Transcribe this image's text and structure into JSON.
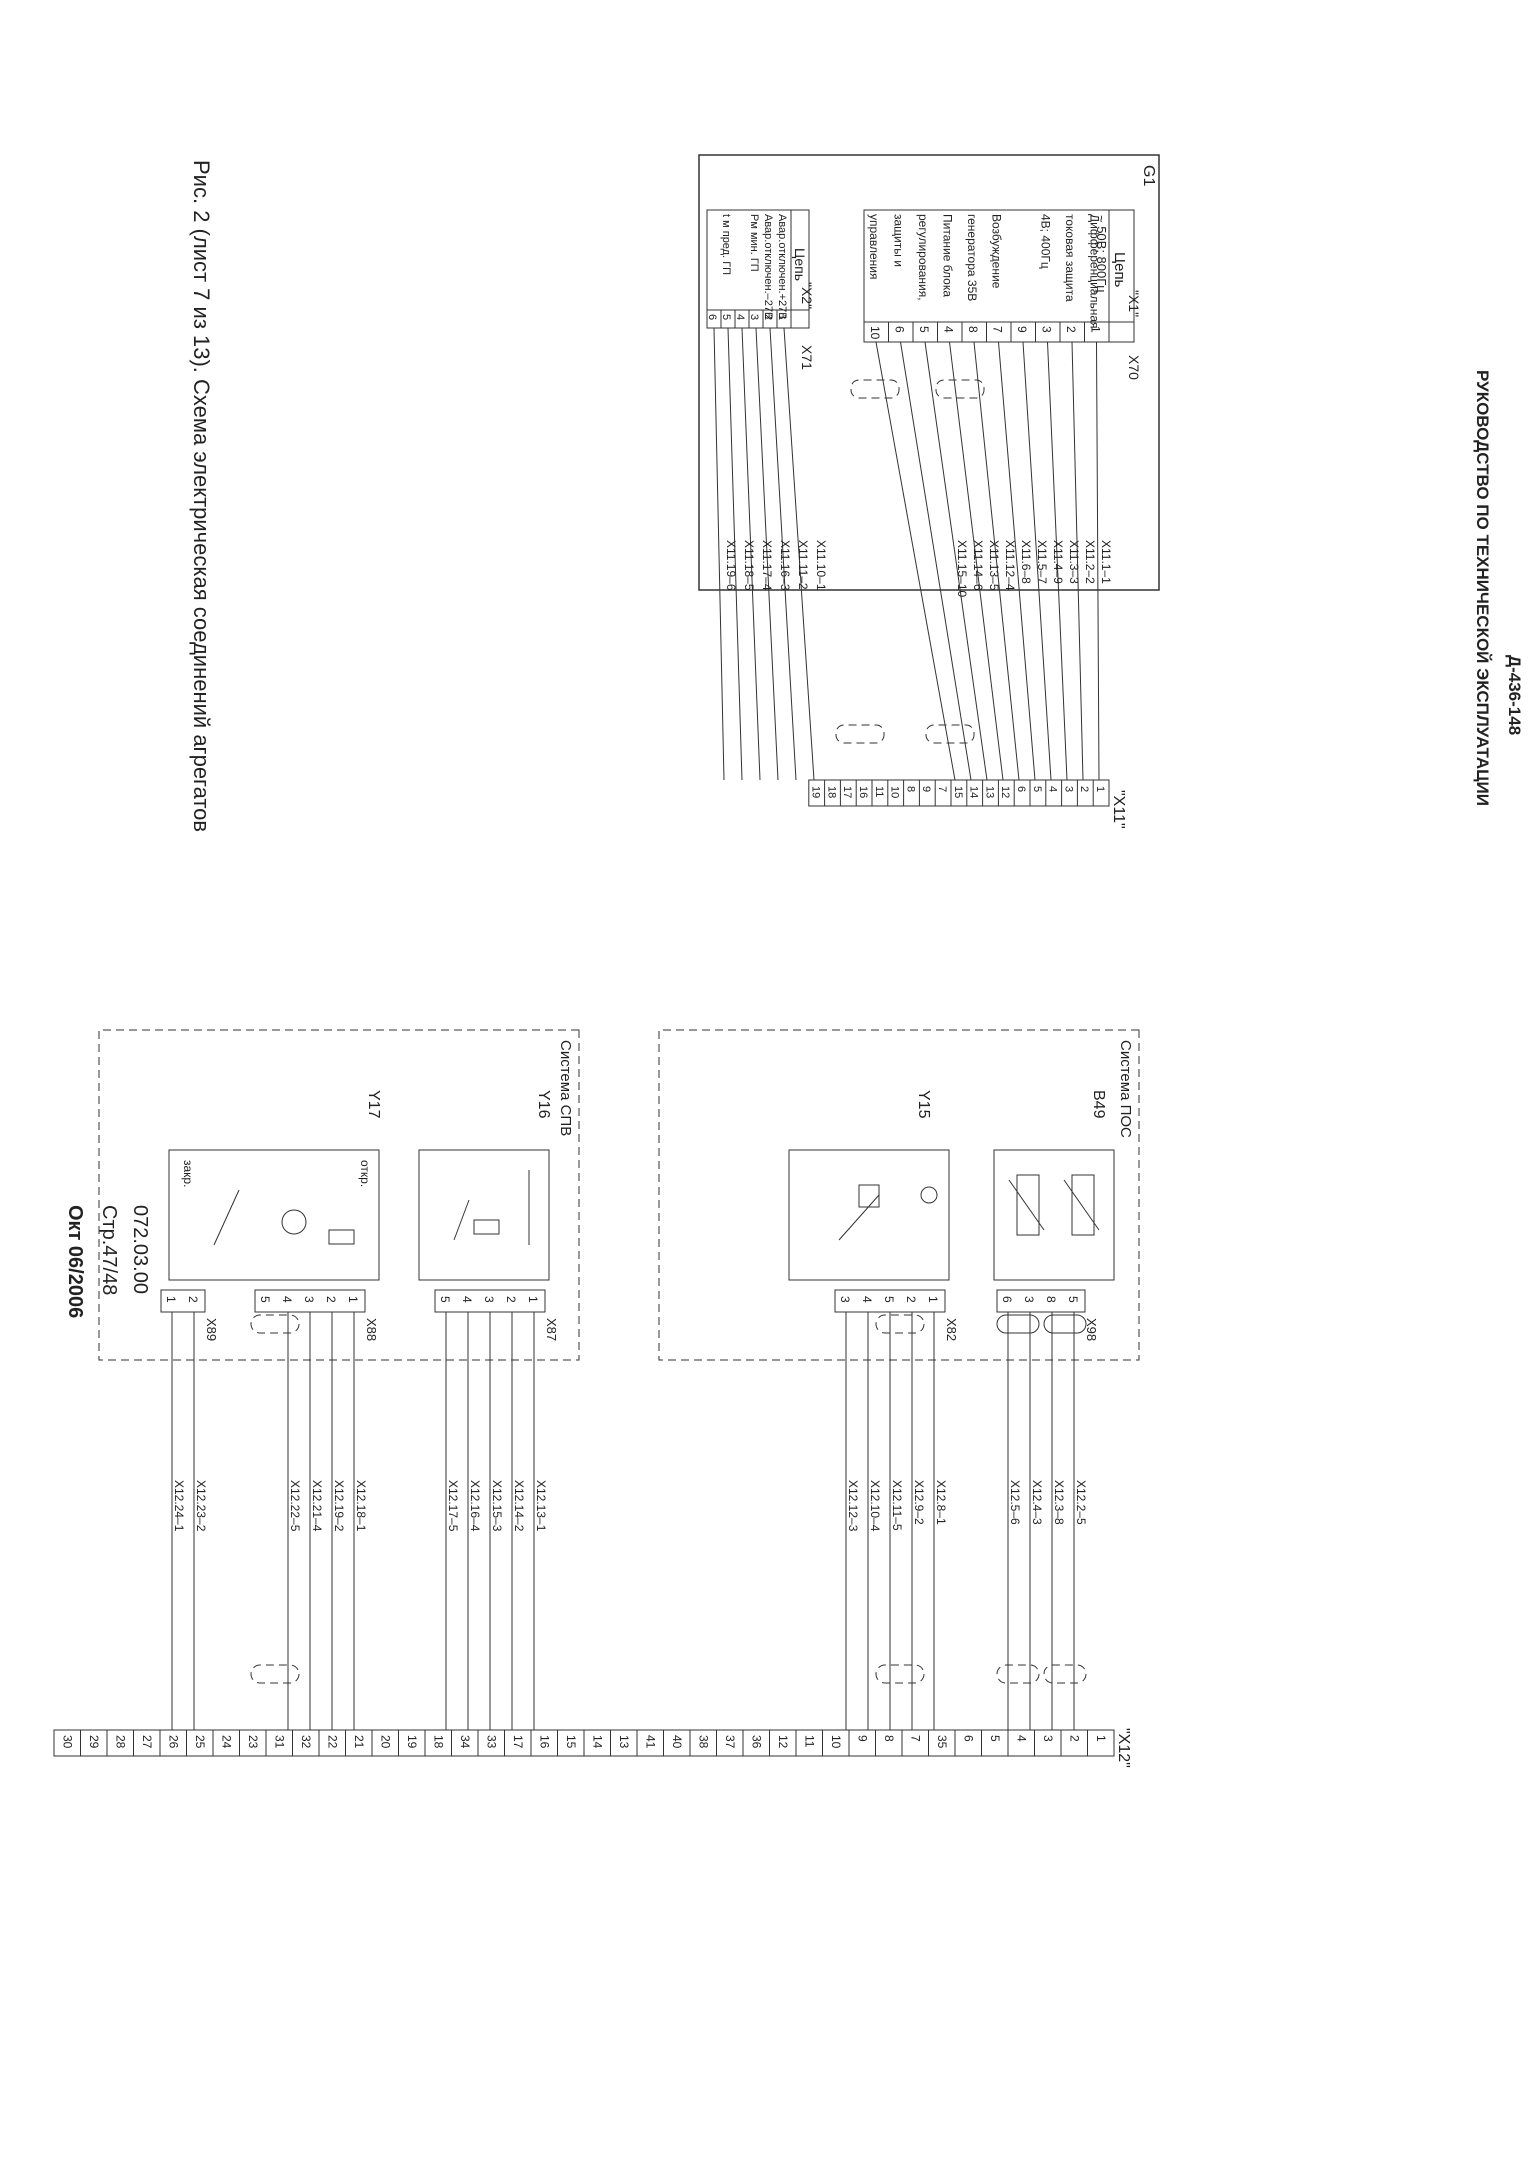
{
  "header": {
    "title": "РУКОВОДСТВО ПО ТЕХНИЧЕСКОЙ ЭКСПЛУАТАЦИИ",
    "doc_code": "Д-436-148"
  },
  "caption": "Рис. 2 (лист 7 из 13).   Схема электрическая соединений агрегатов",
  "footer": {
    "line1": "072.03.00",
    "line2": "Стр.47/48",
    "line3": "Окт 06/2006"
  },
  "generator": {
    "label": "G1",
    "col_header": "Цепь",
    "plug1": {
      "name": "\"X1\"",
      "connector": "X70",
      "rows": [
        {
          "pin": "1",
          "circuit": "Дифференциальная",
          "wire": "X11.1–1",
          "term": "1"
        },
        {
          "pin": "2",
          "circuit": "токовая защита",
          "wire": "X11.2–2",
          "term": "2"
        },
        {
          "pin": "3",
          "circuit": "4В; 400Гц",
          "wire": "X11.3–3",
          "term": "3"
        },
        {
          "pin": "9",
          "circuit": "",
          "wire": "X11.4–9",
          "term": "4"
        },
        {
          "pin": "7",
          "circuit": "Возбуждение",
          "wire": "X11.5–7",
          "term": "5"
        },
        {
          "pin": "8",
          "circuit": "генератора   35В",
          "wire": "X11.6–8",
          "term": "6"
        },
        {
          "pin": "4",
          "circuit": "Питание блока",
          "wire": "X11.12–4",
          "term": "12"
        },
        {
          "pin": "5",
          "circuit": "регулирования,",
          "wire": "X11.13–5",
          "term": "13"
        },
        {
          "pin": "6",
          "circuit": "защиты и",
          "wire": "X11.14–6",
          "term": "14"
        },
        {
          "pin": "10",
          "circuit": "управления",
          "wire": "X11.15–10",
          "term": "15"
        }
      ],
      "extra_circuit": "~ 50В; 800Гц"
    },
    "plug2": {
      "name": "\"X2\"",
      "connector": "X71",
      "rows": [
        {
          "pin": "1",
          "circuit": "Авар.отключен.+27В",
          "wire": "X11.10–1",
          "term": "10"
        },
        {
          "pin": "2",
          "circuit": "Авар.отключен.–27В",
          "wire": "X11.11–2",
          "term": "11"
        },
        {
          "pin": "3",
          "circuit": "Рм мин.  ГП",
          "wire": "X11.16–3",
          "term": "16"
        },
        {
          "pin": "4",
          "circuit": "",
          "wire": "X11.17–4",
          "term": "17"
        },
        {
          "pin": "5",
          "circuit": "t м  пред.  ГП",
          "wire": "X11.18–5",
          "term": "18"
        },
        {
          "pin": "6",
          "circuit": "",
          "wire": "X11.19–6",
          "term": "19"
        }
      ]
    }
  },
  "terminal_x11": {
    "name": "\"X11\"",
    "labels": [
      "1",
      "2",
      "3",
      "4",
      "5",
      "6",
      "12",
      "13",
      "14",
      "15",
      "7",
      "9",
      "8",
      "10",
      "11",
      "16",
      "17",
      "18",
      "19"
    ]
  },
  "systems": [
    {
      "name": "Система  ПОС",
      "devices": [
        {
          "name": "В49",
          "connector": "X98",
          "pins": [
            "5",
            "8",
            "3",
            "6"
          ],
          "wires": [
            "X12.2–5",
            "X12.3–8",
            "X12.4–3",
            "X12.5–6"
          ]
        },
        {
          "name": "Y15",
          "connector": "X82",
          "pins": [
            "1",
            "2",
            "5",
            "4",
            "3"
          ],
          "wires": [
            "X12.8–1",
            "X12.9–2",
            "X12.11–5",
            "X12.10–4",
            "X12.12–3"
          ]
        }
      ]
    },
    {
      "name": "Система  СПВ",
      "devices": [
        {
          "name": "Y16",
          "connector": "X87",
          "pins": [
            "1",
            "2",
            "3",
            "4",
            "5"
          ],
          "wires": [
            "X12.13–1",
            "X12.14–2",
            "X12.15–3",
            "X12.16–4",
            "X12.17–5"
          ]
        },
        {
          "name": "Y17",
          "connector": "X88",
          "open_label": "откр.",
          "pins": [
            "1",
            "2",
            "3",
            "4",
            "5"
          ],
          "wires": [
            "X12.18–1",
            "X12.19–2",
            "X12.21–4",
            "X12.22–5"
          ]
        },
        {
          "name": "",
          "connector": "X89",
          "close_label": "закр.",
          "pins": [
            "2",
            "1"
          ],
          "wires": [
            "X12.23–2",
            "X12.24–1"
          ]
        }
      ]
    }
  ],
  "terminal_x12": {
    "name": "\"X12\"",
    "labels": [
      "1",
      "2",
      "3",
      "4",
      "5",
      "6",
      "35",
      "7",
      "8",
      "9",
      "10",
      "11",
      "12",
      "36",
      "37",
      "38",
      "40",
      "41",
      "13",
      "14",
      "15",
      "16",
      "17",
      "33",
      "34",
      "18",
      "19",
      "20",
      "21",
      "22",
      "32",
      "31",
      "23",
      "24",
      "25",
      "26",
      "27",
      "28",
      "29",
      "30"
    ]
  }
}
